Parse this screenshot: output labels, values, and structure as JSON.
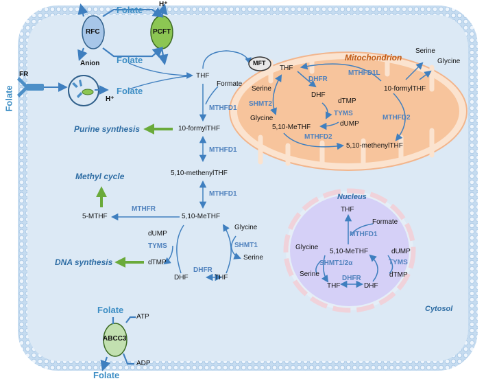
{
  "transporters": {
    "rfc": "RFC",
    "pcft": "PCFT",
    "mft": "MFT",
    "abcc3": "ABCC3",
    "fr": "FR",
    "anion": "Anion",
    "h_plus": "H⁺",
    "atp": "ATP",
    "adp": "ADP"
  },
  "folate": {
    "top": "Folate",
    "membrane_in": "Folate",
    "receptor_side": "Folate",
    "receptor_in": "Folate",
    "abcc3_in": "Folate",
    "abcc3_out": "Folate"
  },
  "compartments": {
    "mitochondrion": "Mitochondrion",
    "nucleus": "Nucleus",
    "cytosol": "Cytosol"
  },
  "pathways": {
    "purine": "Purine synthesis",
    "methyl": "Methyl cycle",
    "dna": "DNA synthesis"
  },
  "cytosol": {
    "thf": "THF",
    "formate": "Formate",
    "mthfd1_a": "MTHFD1",
    "formylthf": "10-formylTHF",
    "mthfd1_b": "MTHFD1",
    "methenylthf": "5,10-methenylTHF",
    "mthfd1_c": "MTHFD1",
    "methf": "5,10-MeTHF",
    "mthfr": "MTHFR",
    "mthf5": "5-MTHF",
    "dump": "dUMP",
    "tyms": "TYMS",
    "dtmp": "dTMP",
    "dhf": "DHF",
    "dhfr": "DHFR",
    "thf2": "THF",
    "glycine": "Glycine",
    "shmt1": "SHMT1",
    "serine": "Serine"
  },
  "mito": {
    "thf": "THF",
    "dhfr": "DHFR",
    "dhf": "DHF",
    "serine": "Serine",
    "shmt2": "SHMT2",
    "glycine": "Glycine",
    "methf": "5,10-MeTHF",
    "dtmp": "dTMP",
    "tyms": "TYMS",
    "dump": "dUMP",
    "mthfd2_low": "MTHFD2",
    "methenylthf": "5,10-methenylTHF",
    "mthfd1l": "MTHFD1L",
    "formylthf": "10-formylTHF",
    "mthfd2": "MTHFD2",
    "serine_out": "Serine",
    "glycine_out": "Glycine"
  },
  "nucleus": {
    "thf": "THF",
    "formate": "Formate",
    "mthfd1": "MTHFD1",
    "methf": "5,10-MeTHF",
    "glycine": "Glycine",
    "shmt": "SHMT1/2α",
    "serine": "Serine",
    "dump": "dUMP",
    "tyms": "TYMS",
    "dtmp": "dTMP",
    "thf2": "THF",
    "dhfr": "DHFR",
    "dhf": "DHF"
  },
  "colors": {
    "cell_fill": "#dce9f5",
    "membrane": "#a9c8e6",
    "arrow_blue": "#3f7fbf",
    "arrow_green": "#6aaa3a",
    "mito_fill": "#f7c49c",
    "nucleus_fill": "#d5d0f7",
    "rfc": "#a7c6e8",
    "pcft": "#8cc653",
    "abcc3": "#c2e0b0"
  }
}
